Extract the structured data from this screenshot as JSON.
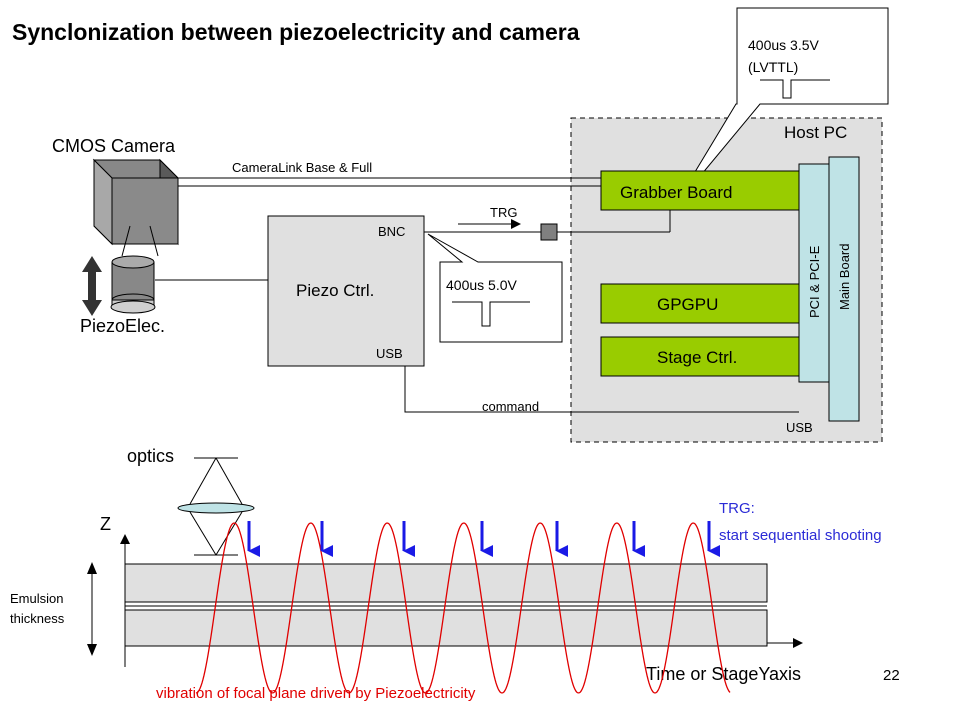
{
  "title": "Synclonization between piezoelectricity and camera",
  "slide_number": "22",
  "labels": {
    "cmos_camera": "CMOS Camera",
    "piezo_elec": "PiezoElec.",
    "camera_link": "CameraLink Base & Full",
    "piezo_ctrl": "Piezo Ctrl.",
    "bnc": "BNC",
    "usb_piezo": "USB",
    "trg": "TRG",
    "command": "command",
    "host_pc": "Host PC",
    "grabber_board": "Grabber Board",
    "gpgpu": "GPGPU",
    "stage_ctrl": "Stage Ctrl.",
    "pci": "PCI & PCI-E",
    "main_board": "Main Board",
    "usb_host": "USB",
    "optics": "optics",
    "z_axis": "Z",
    "emulsion_line1": "Emulsion",
    "emulsion_line2": "thickness",
    "time_axis": "Time or StageYaxis",
    "trg_note_line1": "TRG:",
    "trg_note_line2": "start sequential shooting",
    "vibration_caption": "vibration of focal plane driven by Piezoelectricity"
  },
  "callouts": {
    "lvttl_line1": "400us   3.5V",
    "lvttl_line2": "(LVTTL)",
    "bnc_pulse": "400us    5.0V"
  },
  "colors": {
    "green": "#99cc00",
    "light_blue": "#bfe3e6",
    "gray_box": "#e0e0e0",
    "host_bg": "#e0e0e0",
    "red_wave": "#e00000",
    "blue_arrow": "#1a1ae6",
    "blue_text": "#2b2bd6",
    "red_text": "#e00000"
  }
}
